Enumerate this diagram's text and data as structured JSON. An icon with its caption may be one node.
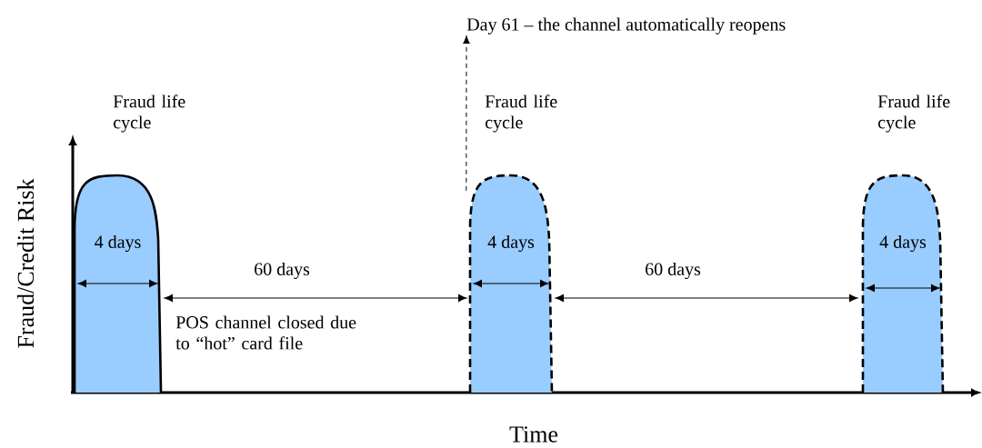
{
  "diagram": {
    "nodes": [
      {
        "text": [
          "Fraud life cycle",
          "4 days"
        ]
      },
      {
        "text": [
          "Fraud life cycle",
          "4 days"
        ]
      },
      {
        "text": [
          "Fraud life cycle",
          "4 days"
        ]
      },
      {
        "text": [
          "Day 61 – the channel automatically reopens"
        ]
      }
    ],
    "edges": [
      {
        "from": 1,
        "to": 3,
        "arrow": "to",
        "style": "dashed"
      }
    ],
    "labels": [
      "60 days",
      "POS channel closed due to “hot” card file",
      "60 days",
      "Fraud/Credit Risk",
      "Time"
    ]
  }
}
